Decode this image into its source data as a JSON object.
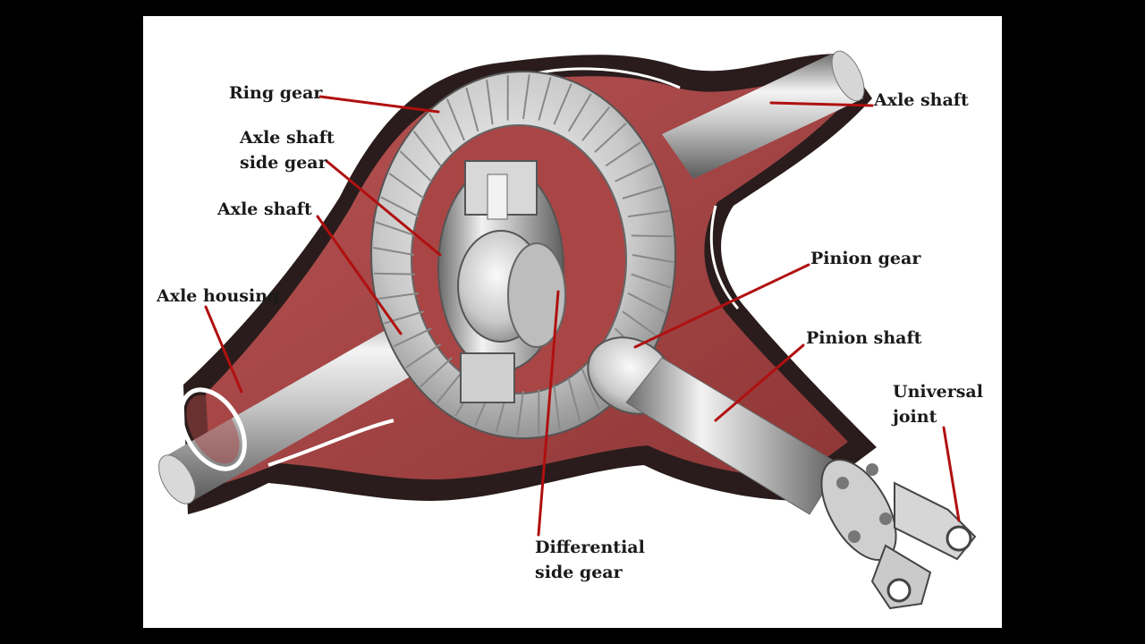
{
  "labels": {
    "ring_gear": "Ring gear",
    "axle_shaft_right": "Axle shaft",
    "axle_shaft_side_gear_line1": "Axle shaft",
    "axle_shaft_side_gear_line2": "side gear",
    "axle_shaft_left": "Axle shaft",
    "axle_housing": "Axle housing",
    "pinion_gear": "Pinion gear",
    "pinion_shaft": "Pinion shaft",
    "universal_joint_line1": "Universal",
    "universal_joint_line2": "joint",
    "differential_side_gear_line1": "Differential",
    "differential_side_gear_line2": "side gear"
  },
  "colors": {
    "background": "#000000",
    "panel": "#ffffff",
    "housing_red": "#a94545",
    "housing_dark": "#2a1c1c",
    "metal_light": "#e8e8e8",
    "metal_dark": "#7a7a7a",
    "leader_line": "#b01010",
    "label_text": "#1a1a1a"
  }
}
